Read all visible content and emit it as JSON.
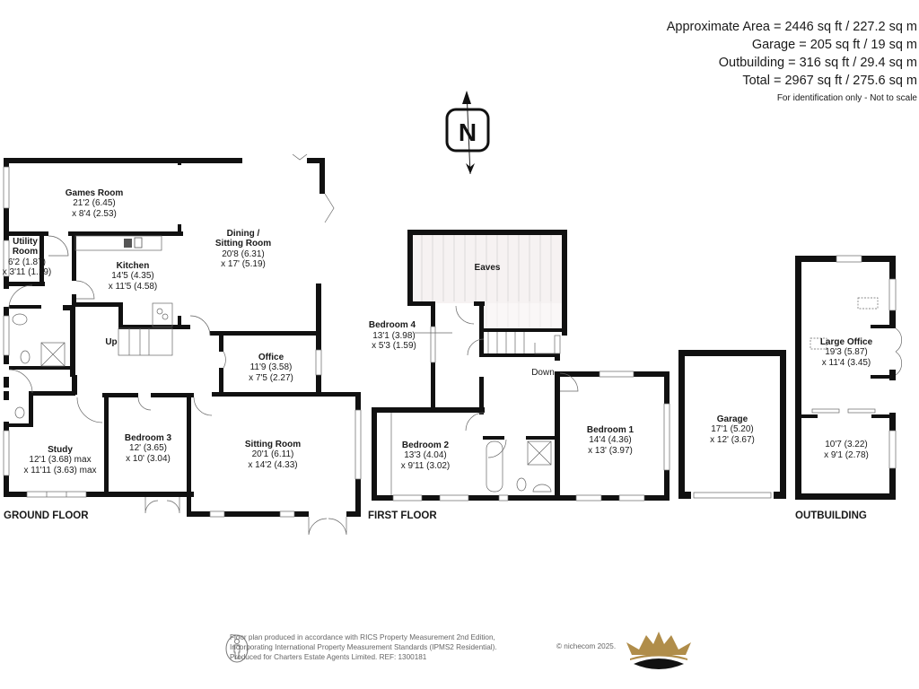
{
  "areas": {
    "approximate": "Approximate Area = 2446 sq ft / 227.2 sq m",
    "garage": "Garage  = 205 sq ft / 19 sq m",
    "outbuilding": "Outbuilding = 316 sq ft / 29.4 sq m",
    "total": "Total = 2967 sq ft / 275.6 sq m",
    "note": "For identification only - Not to scale"
  },
  "compass": {
    "label": "N",
    "icon": "north-arrow-icon"
  },
  "floors": {
    "ground": {
      "label": "GROUND FLOOR",
      "rooms": [
        {
          "name": "Games Room",
          "dim1": "21'2 (6.45)",
          "dim2": "x 8'4 (2.53)"
        },
        {
          "name": "Utility",
          "name2": "Room",
          "dim1": "6'2 (1.87)",
          "dim2": "x 3'11 (1.19)"
        },
        {
          "name": "Kitchen",
          "dim1": "14'5 (4.35)",
          "dim2": "x 11'5 (4.58)"
        },
        {
          "name": "Dining /",
          "name2": "Sitting Room",
          "dim1": "20'8 (6.31)",
          "dim2": "x 17' (5.19)"
        },
        {
          "name": "Office",
          "dim1": "11'9 (3.58)",
          "dim2": "x 7'5 (2.27)"
        },
        {
          "name": "Study",
          "dim1": "12'1 (3.68) max",
          "dim2": "x 11'11 (3.63) max"
        },
        {
          "name": "Bedroom 3",
          "dim1": "12' (3.65)",
          "dim2": "x 10' (3.04)"
        },
        {
          "name": "Sitting Room",
          "dim1": "20'1 (6.11)",
          "dim2": "x 14'2 (4.33)"
        }
      ],
      "stairs_label": "Up"
    },
    "first": {
      "label": "FIRST FLOOR",
      "rooms": [
        {
          "name": "Eaves"
        },
        {
          "name": "Bedroom 4",
          "dim1": "13'1 (3.98)",
          "dim2": "x 5'3 (1.59)"
        },
        {
          "name": "Bedroom 2",
          "dim1": "13'3 (4.04)",
          "dim2": "x 9'11 (3.02)"
        },
        {
          "name": "Bedroom 1",
          "dim1": "14'4 (4.36)",
          "dim2": "x 13' (3.97)"
        }
      ],
      "stairs_label": "Down"
    },
    "garage": {
      "rooms": [
        {
          "name": "Garage",
          "dim1": "17'1 (5.20)",
          "dim2": "x 12' (3.67)"
        }
      ]
    },
    "outbuilding": {
      "label": "OUTBUILDING",
      "rooms": [
        {
          "name": "Large Office",
          "dim1": "19'3 (5.87)",
          "dim2": "x 11'4 (3.45)"
        },
        {
          "name": "",
          "dim1": "10'7 (3.22)",
          "dim2": "x 9'1 (2.78)"
        }
      ]
    }
  },
  "footer": {
    "line1": "Floor plan produced in accordance with RICS Property Measurement 2nd Edition,",
    "line2": "Incorporating International Property Measurement Standards (IPMS2 Residential).",
    "line3": "Produced for Charters Estate Agents Limited.   REF: 1300181",
    "copyright": "© nichecom 2025.",
    "brand_colors": {
      "gold": "#b08d4a",
      "black": "#111111"
    }
  }
}
